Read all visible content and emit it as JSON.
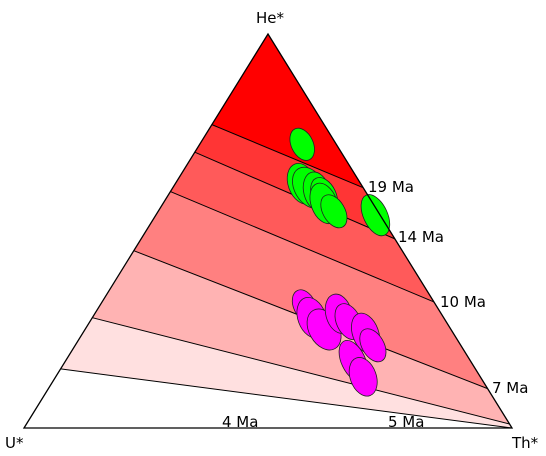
{
  "chart_data": {
    "type": "scatter",
    "subtype": "ternary",
    "vertices": {
      "top": "He*",
      "left": "U*",
      "right": "Th*"
    },
    "isochrons": [
      {
        "label": "4 Ma",
        "fill": "#ffffff"
      },
      {
        "label": "5 Ma",
        "fill": "#ffe0e0"
      },
      {
        "label": "7 Ma",
        "fill": "#ffb3b3"
      },
      {
        "label": "10 Ma",
        "fill": "#ff8080"
      },
      {
        "label": "14 Ma",
        "fill": "#ff5a5a"
      },
      {
        "label": "19 Ma",
        "fill": "#ff3535"
      }
    ],
    "apex_fill": "#ff0000",
    "series": [
      {
        "color": "#00ff00",
        "points": [
          {
            "He": 0.72,
            "U": 0.07,
            "Th": 0.21
          },
          {
            "He": 0.62,
            "U": 0.12,
            "Th": 0.26
          },
          {
            "He": 0.61,
            "U": 0.11,
            "Th": 0.28
          },
          {
            "He": 0.6,
            "U": 0.1,
            "Th": 0.3
          },
          {
            "He": 0.59,
            "U": 0.09,
            "Th": 0.32
          },
          {
            "He": 0.57,
            "U": 0.1,
            "Th": 0.33
          },
          {
            "He": 0.55,
            "U": 0.09,
            "Th": 0.36
          },
          {
            "He": 0.54,
            "U": 0.01,
            "Th": 0.45
          }
        ]
      },
      {
        "color": "#ff00ff",
        "points": [
          {
            "He": 0.31,
            "U": 0.27,
            "Th": 0.42
          },
          {
            "He": 0.28,
            "U": 0.27,
            "Th": 0.45
          },
          {
            "He": 0.25,
            "U": 0.26,
            "Th": 0.49
          },
          {
            "He": 0.29,
            "U": 0.21,
            "Th": 0.5
          },
          {
            "He": 0.27,
            "U": 0.2,
            "Th": 0.53
          },
          {
            "He": 0.24,
            "U": 0.18,
            "Th": 0.58
          },
          {
            "He": 0.21,
            "U": 0.18,
            "Th": 0.61
          },
          {
            "He": 0.17,
            "U": 0.24,
            "Th": 0.59
          },
          {
            "He": 0.13,
            "U": 0.24,
            "Th": 0.63
          }
        ]
      }
    ]
  }
}
